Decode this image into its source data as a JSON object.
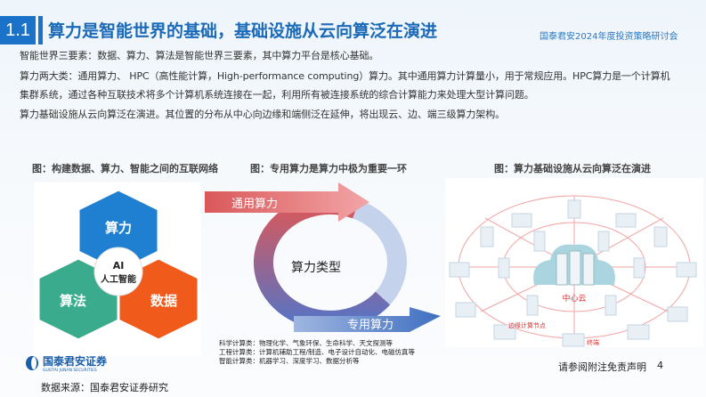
{
  "header": {
    "section_number": "1.1",
    "title": "算力是智能世界的基础，基础设施从云向算泛在演进",
    "conference": "国泰君安2024年度投资策略研讨会"
  },
  "body": {
    "lines": [
      "智能世界三要素：数据、算力、算法是智能世界三要素，其中算力平台是核心基础。",
      "算力两大类：通用算力、 HPC（高性能计算，High-performance computing）算力。其中通用算力计算量小，用于常规应用。HPC算力是一个计算机",
      "集群系统，通过各种互联技术将多个计算机系统连接在一起，利用所有被连接系统的综合计算能力来处理大型计算问题。",
      "算力基础设施从云向算泛在演进。其位置的分布从中心向边缘和端侧泛在延伸，将出现云、边、端三级算力架构。"
    ]
  },
  "figure1": {
    "caption": "图：构建数据、算力、智能之间的互联网络",
    "top": "算力",
    "left": "算法",
    "right": "数据",
    "center_line1": "AI",
    "center_line2": "人工智能",
    "colors": {
      "top": "#1f7fd0",
      "left": "#3aab8c",
      "right": "#f05a1a"
    }
  },
  "figure2": {
    "caption": "图：专用算力是算力中极为重要一环",
    "general": "通用算力",
    "special": "专用算力",
    "center": "算力类型",
    "legend": [
      "科学计算类：物理化学、气象环保、生命科学、天文探测等",
      "工程计算类：计算机辅助工程/制造、电子设计自动化、电磁仿真等",
      "智能计算类：机器学习、深度学习、数据分析等"
    ]
  },
  "figure3": {
    "caption": "图：算力基础设施从云向算泛在演进",
    "cloud": "中心云",
    "edge": "边缘计算节点",
    "terminal": "终端"
  },
  "footer": {
    "logo_cn": "国泰君安证券",
    "logo_en": "GUOTAI JUNAN SECURITIES",
    "source": "数据来源：国泰君安证券研究",
    "disclaimer": "请参阅附注免责声明",
    "page": "4"
  }
}
